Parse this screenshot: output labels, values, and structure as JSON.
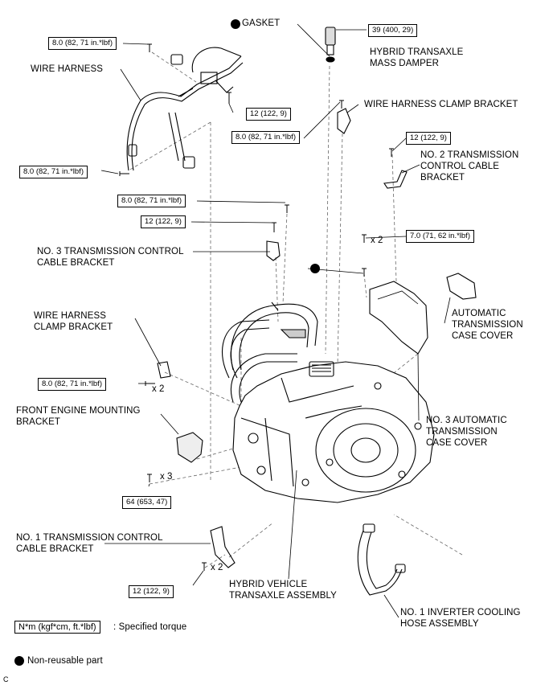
{
  "labels": {
    "gasket": "GASKET",
    "mass_damper": "HYBRID TRANSAXLE\nMASS DAMPER",
    "wire_harness": "WIRE HARNESS",
    "wh_clamp_bracket_top": "WIRE HARNESS CLAMP BRACKET",
    "no2_tcc_bracket": "NO. 2 TRANSMISSION\nCONTROL CABLE\nBRACKET",
    "no3_tcc_bracket": "NO. 3 TRANSMISSION CONTROL\nCABLE BRACKET",
    "atm_case_cover": "AUTOMATIC\nTRANSMISSION\nCASE COVER",
    "wh_clamp_bracket_left": "WIRE HARNESS\nCLAMP BRACKET",
    "front_engine_mount": "FRONT ENGINE MOUNTING\nBRACKET",
    "no3_atm_case_cover": "NO. 3 AUTOMATIC\nTRANSMISSION\nCASE COVER",
    "no1_tcc_bracket": "NO. 1 TRANSMISSION CONTROL\nCABLE BRACKET",
    "transaxle": "HYBRID VEHICLE\nTRANSAXLE ASSEMBLY",
    "inverter_hose": "NO. 1 INVERTER COOLING\nHOSE ASSEMBLY"
  },
  "torques": {
    "t1": "8.0 (82, 71 in.*lbf)",
    "t2": "39 (400, 29)",
    "t3": "12 (122, 9)",
    "t4": "8.0 (82, 71 in.*lbf)",
    "t5": "12 (122, 9)",
    "t6": "8.0 (82, 71 in.*lbf)",
    "t7": "8.0 (82, 71 in.*lbf)",
    "t8": "12 (122, 9)",
    "t9": "7.0 (71, 62 in.*lbf)",
    "t10": "8.0 (82, 71 in.*lbf)",
    "t11": "64 (653, 47)",
    "t12": "12 (122, 9)"
  },
  "multipliers": {
    "m1": "x 2",
    "m2": "x 2",
    "m3": "x 3",
    "m4": "x 2"
  },
  "legend": {
    "unit_box": "N*m (kgf*cm, ft.*lbf)",
    "unit_text": ": Specified torque",
    "nonreusable": "Non-reusable part"
  },
  "corner_mark": "C"
}
